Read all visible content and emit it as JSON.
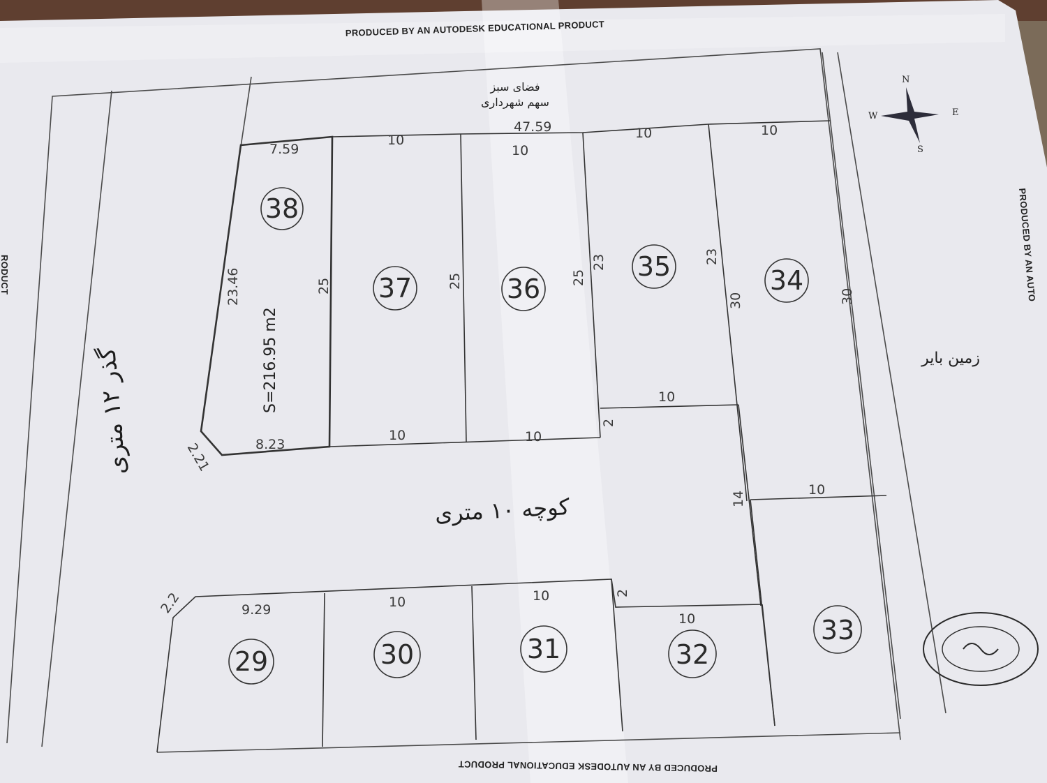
{
  "banner": {
    "top": "PRODUCED BY AN AUTODESK EDUCATIONAL PRODUCT",
    "right": "PRODUCED BY AN AUTO",
    "bottom": "PRODUCED BY AN AUTODESK EDUCATIONAL PRODUCT",
    "left": "RODUCT"
  },
  "compass": {
    "n": "N",
    "e": "E",
    "s": "S",
    "w": "W"
  },
  "labels": {
    "green_space_line1": "فضای سبز",
    "green_space_line2": "سهم شهرداری",
    "main_road": "گذر ۱۲ متری",
    "alley": "کوچه ۱۰ متری",
    "barren_land": "زمین بایر",
    "area_note": "S=216.95  m2"
  },
  "lots": [
    {
      "number": "38"
    },
    {
      "number": "37"
    },
    {
      "number": "36"
    },
    {
      "number": "35"
    },
    {
      "number": "34"
    },
    {
      "number": "33"
    },
    {
      "number": "32"
    },
    {
      "number": "31"
    },
    {
      "number": "30"
    },
    {
      "number": "29"
    }
  ],
  "dimensions": {
    "top_total": "47.59",
    "lot38_top": "7.59",
    "lot38_bottom": "8.23",
    "lot38_left": "23.46",
    "lot38_right": "25",
    "lot38_corner": "2.21",
    "lot37_top": "10",
    "lot37_bottom": "10",
    "lot37_right": "25",
    "lot36_top": "10",
    "lot36_bottom": "10",
    "lot36_right": "25",
    "lot35_top": "10",
    "lot35_bottom": "10",
    "lot35_left": "23",
    "lot35_right": "23",
    "lot34_top": "10",
    "lot34_left": "30",
    "lot34_right": "30",
    "lot33_top": "10",
    "gap_14": "14",
    "gap_2_upper": "2",
    "gap_2_lower": "2",
    "lot32_top": "10",
    "lot31_top": "10",
    "lot30_top": "10",
    "lot29_top": "9.29",
    "lot29_corner": "2.2"
  }
}
